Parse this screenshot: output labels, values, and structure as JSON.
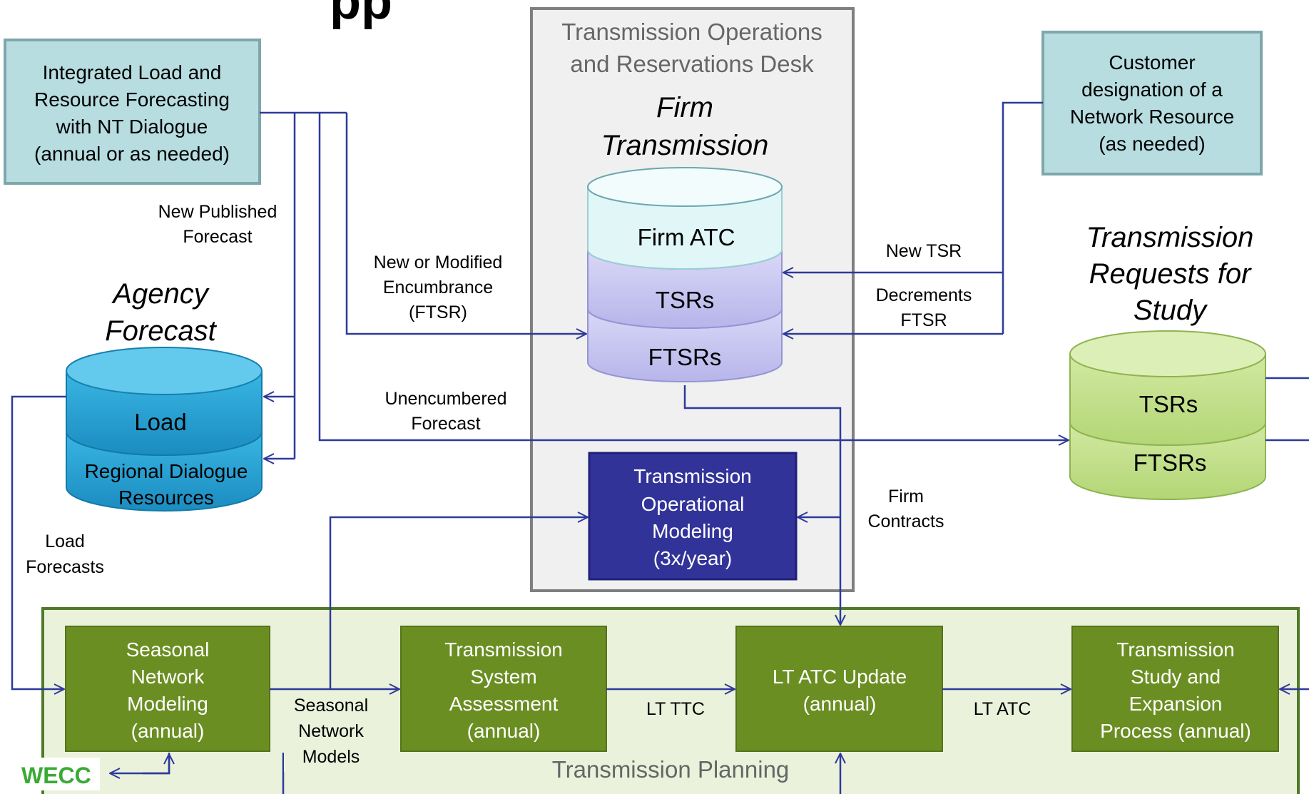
{
  "header_fragment": "pp",
  "forecasting_box": [
    "Integrated Load and",
    "Resource Forecasting",
    "with NT Dialogue",
    "(annual or as needed)"
  ],
  "customer_box": [
    "Customer",
    "designation of a",
    "Network Resource",
    "(as needed)"
  ],
  "ops_desk": {
    "title": [
      "Transmission Operations",
      "and Reservations Desk"
    ],
    "firm_title": [
      "Firm",
      "Transmission"
    ],
    "db_layers": [
      "Firm ATC",
      "TSRs",
      "FTSRs"
    ],
    "operational_modeling": [
      "Transmission",
      "Operational",
      "Modeling",
      "(3x/year)"
    ]
  },
  "agency_forecast": {
    "title": [
      "Agency",
      "Forecast"
    ],
    "layers": [
      "Load",
      "Regional Dialogue",
      "Resources"
    ]
  },
  "study_requests": {
    "title": [
      "Transmission",
      "Requests for",
      "Study"
    ],
    "layers": [
      "TSRs",
      "FTSRs"
    ]
  },
  "planning": {
    "title": "Transmission Planning",
    "boxes": [
      [
        "Seasonal",
        "Network",
        "Modeling",
        "(annual)"
      ],
      [
        "Transmission",
        "System",
        "Assessment",
        "(annual)"
      ],
      [
        "LT ATC Update",
        "(annual)"
      ],
      [
        "Transmission",
        "Study and",
        "Expansion",
        "Process (annual)"
      ]
    ]
  },
  "wecc_logo": "WECC",
  "edge_labels": {
    "new_published_forecast": [
      "New Published",
      "Forecast"
    ],
    "new_modified_encumbrance": [
      "New or Modified",
      "Encumbrance",
      "(FTSR)"
    ],
    "unencumbered_forecast": [
      "Unencumbered",
      "Forecast"
    ],
    "new_tsr": "New TSR",
    "decrements_ftsr": [
      "Decrements",
      "FTSR"
    ],
    "firm_contracts": [
      "Firm",
      "Contracts"
    ],
    "load_forecasts": [
      "Load",
      "Forecasts"
    ],
    "seasonal_network_models": [
      "Seasonal",
      "Network",
      "Models"
    ],
    "lt_ttc": "LT TTC",
    "lt_atc": "LT ATC"
  },
  "colors": {
    "forecast_box_fill": "#b7dde0",
    "forecast_box_stroke": "#7ea7ab",
    "ops_panel_fill": "#f0f0f0",
    "ops_panel_stroke": "#7f7f7f",
    "lavender_db": "#c6c5f0",
    "aqua_db_top": "#e3f7f8",
    "blue_db": "#2aa5d6",
    "green_db": "#c4e08a",
    "dark_navy": "#323399",
    "planning_panel": "#ebf2dc",
    "planning_stroke": "#4f7a28",
    "planning_box": "#6b8e23",
    "wire": "#2e3a9a",
    "wecc_green": "#3aaa35"
  }
}
